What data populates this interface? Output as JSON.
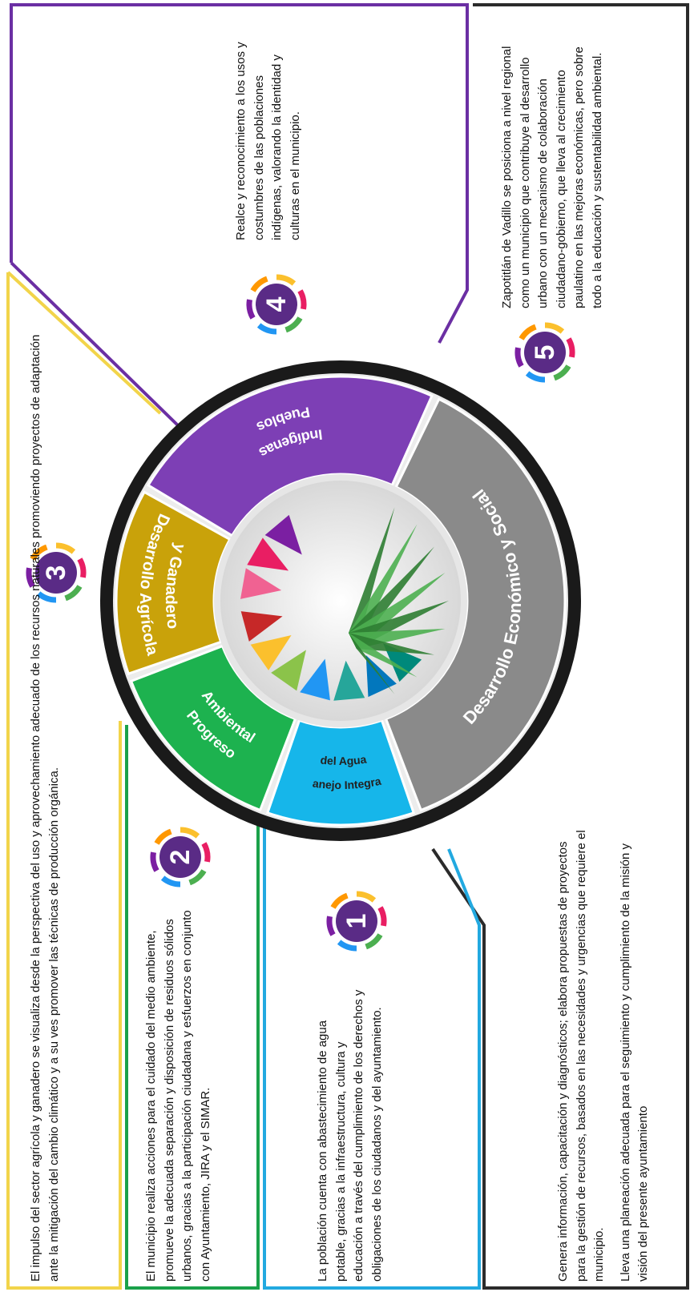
{
  "segments": [
    {
      "number": "1",
      "label": "Manejo Integral del Agua",
      "color": "#16b6ea",
      "text": "La población cuenta con abastecimiento de agua potable, gracias a la infraestructura, cultura y educación a través del cumplimiento de los derechos y obligaciones de los ciudadanos y del ayuntamiento."
    },
    {
      "number": "2",
      "label": "Progreso Ambiental",
      "color": "#1db24f",
      "text": "El municipio realiza acciones para el cuidado del medio ambiente, promueve la adecuada separación y disposición de residuos sólidos urbanos, gracias a la participación ciudadana y esfuerzos en conjunto con Ayuntamiento, JIRA y el SIMAR."
    },
    {
      "number": "3",
      "label": "Desarrollo Agrícola y Ganadero",
      "color": "#c9a20a",
      "text": "El impulso del sector agrícola y ganadero se visualiza desde la perspectiva del uso y aprovechamiento adecuado de los recursos naturales promoviendo proyectos de adaptación ante la mitigación del cambio climático y a su ves promover las técnicas de producción orgánica."
    },
    {
      "number": "4",
      "label": "Pueblos Indígenas",
      "color": "#7d3fb5",
      "text": "Realce y reconocimiento a los usos y costumbres de las poblaciones indígenas, valorando la identidad y culturas en el municipio."
    },
    {
      "number": "5",
      "label": "Desarrollo Económico y Social",
      "color": "#8a8a8a",
      "text": "Zapotitlán de Vadillo se posiciona a nivel regional como un municipio que contribuye al desarrollo urbano con un mecanismo de colaboración ciudadano-gobierno, que lleva al crecimiento paulatino en las mejoras económicas, pero sobre todo a la educación y sustentabilidad ambiental."
    }
  ],
  "bottom_text": {
    "p1": "Genera información, capacitación y diagnósticos; elabora propuestas de proyectos para la gestión de recursos, basados en las necesidades y urgencias que requiere el municipio.",
    "p2": "Lleva una planeación adecuada para el seguimiento y cumplimiento de la misión y visión del presente ayuntamiento"
  },
  "colors": {
    "ring_dark": "#1a1a1a",
    "frame_yellow": "#f2d44a",
    "frame_green": "#1aa14a",
    "frame_blue": "#22a9e0",
    "frame_purple": "#6b2fa3",
    "frame_dark": "#2b2b2b",
    "badge_purple": "#5a2b86"
  }
}
